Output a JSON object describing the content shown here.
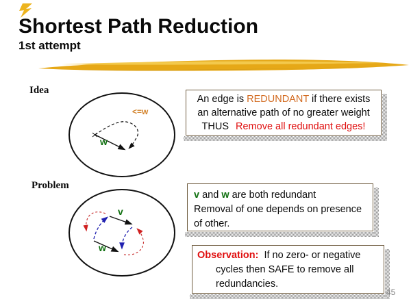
{
  "slide": {
    "title": "Shortest Path Reduction",
    "subtitle": "1st attempt",
    "page_number": "45"
  },
  "labels": {
    "idea": "Idea",
    "problem": "Problem"
  },
  "idea_diagram": {
    "edge_weight_label": "w",
    "alt_path_label": "<=w"
  },
  "problem_diagram": {
    "edge_v_label": "v",
    "edge_w_label": "w"
  },
  "boxes": {
    "definition": {
      "line1_a": "An edge is ",
      "line1_b": "REDUNDANT",
      "line1_c": " if there exists",
      "line2": "an alternative path of no greater weight",
      "line3_a": "THUS",
      "line3_b": "Remove all redundant edges!"
    },
    "dependency": {
      "line1_a": "v",
      "line1_b": " and ",
      "line1_c": "w",
      "line1_d": " are both redundant",
      "line2": "Removal of one depends on presence",
      "line3": "of other."
    },
    "observation": {
      "lead": "Observation:",
      "line1": "If no zero- or negative",
      "line2": "cycles then SAFE to remove all",
      "line3": "redundancies."
    }
  },
  "colors": {
    "accent_orange": "#D2691E",
    "accent_red": "#E01010",
    "accent_green": "#107010",
    "accent_blue": "#2020B0",
    "arc_red": "#C83232",
    "box_border": "#6E5B3E",
    "brush_gold": "#E6A817",
    "page_number_gray": "#808080"
  }
}
